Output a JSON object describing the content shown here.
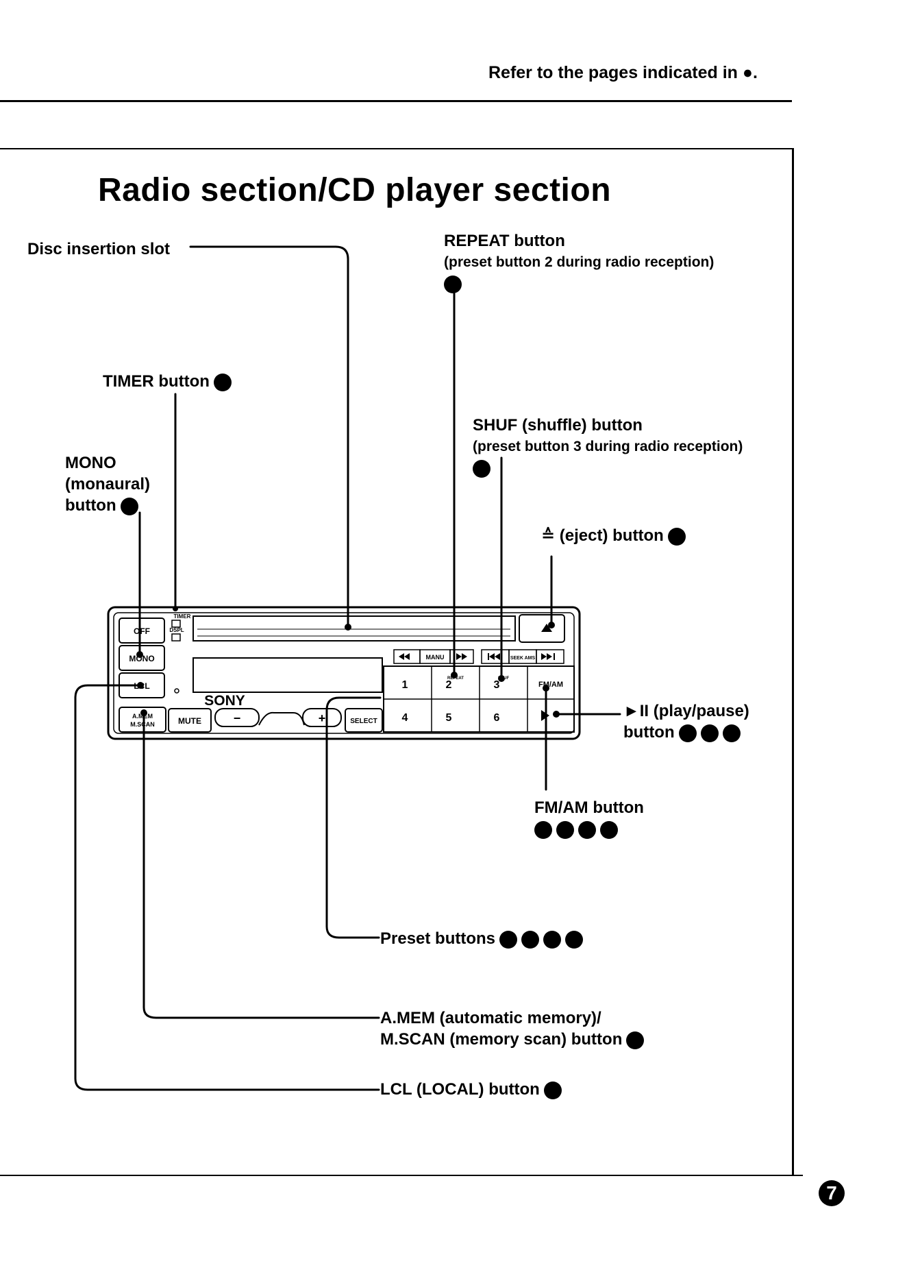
{
  "header": {
    "reference_note": "Refer to the pages indicated in ●."
  },
  "title": "Radio section/CD player section",
  "labels": {
    "disc_slot": "Disc insertion slot",
    "repeat": "REPEAT button",
    "repeat_sub": "(preset button 2 during radio reception)",
    "timer": "TIMER button",
    "shuf": "SHUF (shuffle) button",
    "shuf_sub": "(preset button 3 during radio reception)",
    "mono_line1": "MONO",
    "mono_line2": "(monaural)",
    "mono_line3": "button",
    "eject": "≙ (eject) button",
    "play_line1": "►II (play/pause)",
    "play_line2": "button",
    "fmam": "FM/AM button",
    "preset": "Preset buttons",
    "amem_line1": "A.MEM (automatic memory)/",
    "amem_line2": "M.SCAN (memory scan) button",
    "lcl": "LCL (LOCAL) button"
  },
  "unit": {
    "off": "OFF",
    "mono": "MONO",
    "lcl": "LCL",
    "amem": "A.MEM",
    "mscan": "M.SCAN",
    "mute": "MUTE",
    "minus": "−",
    "plus": "+",
    "select": "SELECT",
    "brand": "SONY",
    "timer": "TIMER",
    "dspl": "DSPL",
    "manu": "MANU",
    "seek": "SEEK AMS",
    "fmam": "FM/AM",
    "repeat_small": "REPEAT",
    "shuf_small": "SHUF",
    "presets": [
      "1",
      "2",
      "3",
      "4",
      "5",
      "6"
    ]
  },
  "page_number": "7"
}
